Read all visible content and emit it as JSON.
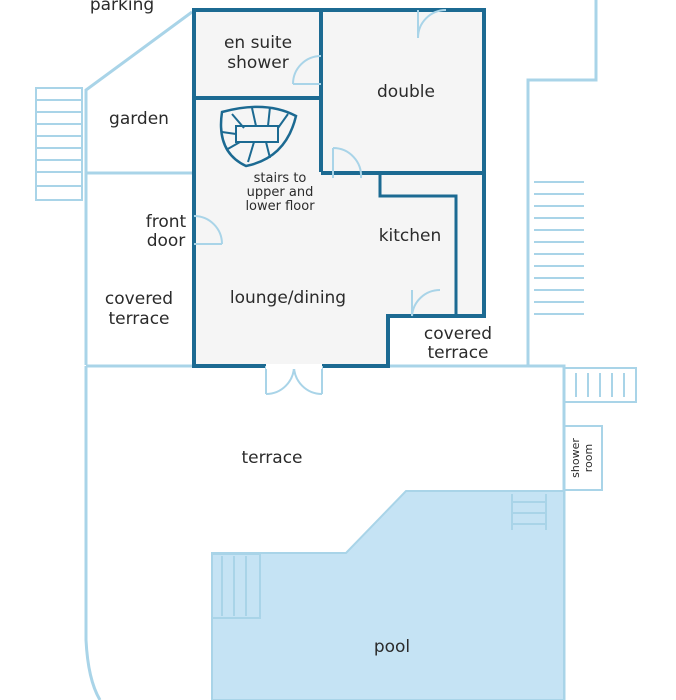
{
  "labels": {
    "parking": "parking",
    "garden": "garden",
    "en_suite_line1": "en suite",
    "en_suite_line2": "shower",
    "double": "double",
    "stairs_line1": "stairs to",
    "stairs_line2": "upper and",
    "stairs_line3": "lower floor",
    "front_door_line1": "front",
    "front_door_line2": "door",
    "kitchen": "kitchen",
    "covered_terrace_left_line1": "covered",
    "covered_terrace_left_line2": "terrace",
    "lounge_dining": "lounge/dining",
    "covered_terrace_right_line1": "covered",
    "covered_terrace_right_line2": "terrace",
    "terrace": "terrace",
    "shower_room_line1": "shower",
    "shower_room_line2": "room",
    "pool": "pool"
  },
  "colors": {
    "wall": "#1c6a92",
    "outline": "#a9d4e8",
    "room_fill": "#f5f5f5",
    "pool_fill": "#c5e3f4",
    "text": "#2b2b2b"
  }
}
